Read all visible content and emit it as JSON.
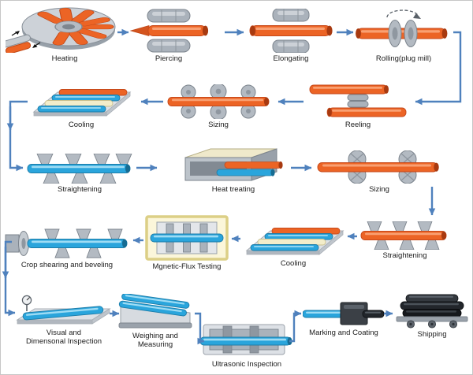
{
  "diagram": {
    "stations": [
      {
        "id": "heating",
        "label": "Heating"
      },
      {
        "id": "piercing",
        "label": "Piercing"
      },
      {
        "id": "elongating",
        "label": "Elongating"
      },
      {
        "id": "rolling-plug-mill",
        "label": "Rolling(plug mill)"
      },
      {
        "id": "reeling",
        "label": "Reeling"
      },
      {
        "id": "sizing-1",
        "label": "Sizing"
      },
      {
        "id": "cooling-1",
        "label": "Cooling"
      },
      {
        "id": "straightening-1",
        "label": "Straightening"
      },
      {
        "id": "heat-treating",
        "label": "Heat treating"
      },
      {
        "id": "sizing-2",
        "label": "Sizing"
      },
      {
        "id": "straightening-2",
        "label": "Straightening"
      },
      {
        "id": "cooling-2",
        "label": "Cooling"
      },
      {
        "id": "magnetic-flux-testing",
        "label": "Mgnetic-Flux Testing"
      },
      {
        "id": "crop-shearing",
        "label": "Crop shearing and beveling"
      },
      {
        "id": "visual-inspection",
        "label": "Visual and\nDimensonal Inspection"
      },
      {
        "id": "weighing-measuring",
        "label": "Weighing and\nMeasuring"
      },
      {
        "id": "ultrasonic-inspection",
        "label": "Ultrasonic Inspection"
      },
      {
        "id": "marking-coating",
        "label": "Marking and Coating"
      },
      {
        "id": "shipping",
        "label": "Shipping"
      }
    ],
    "flow_order": [
      "heating",
      "piercing",
      "elongating",
      "rolling-plug-mill",
      "reeling",
      "sizing-1",
      "cooling-1",
      "straightening-1",
      "heat-treating",
      "sizing-2",
      "straightening-2",
      "cooling-2",
      "magnetic-flux-testing",
      "crop-shearing",
      "visual-inspection",
      "weighing-measuring",
      "ultrasonic-inspection",
      "marking-coating",
      "shipping"
    ],
    "palette": {
      "arrow": "#4f81bd",
      "hot_pipe": "#ec6425",
      "cold_pipe": "#2aa5dc",
      "annealed_pipe": "#f3edca",
      "machine_gray": "#aab2bb",
      "finished_pipe": "#22262b",
      "tester_housing": "#fbf6da"
    }
  }
}
